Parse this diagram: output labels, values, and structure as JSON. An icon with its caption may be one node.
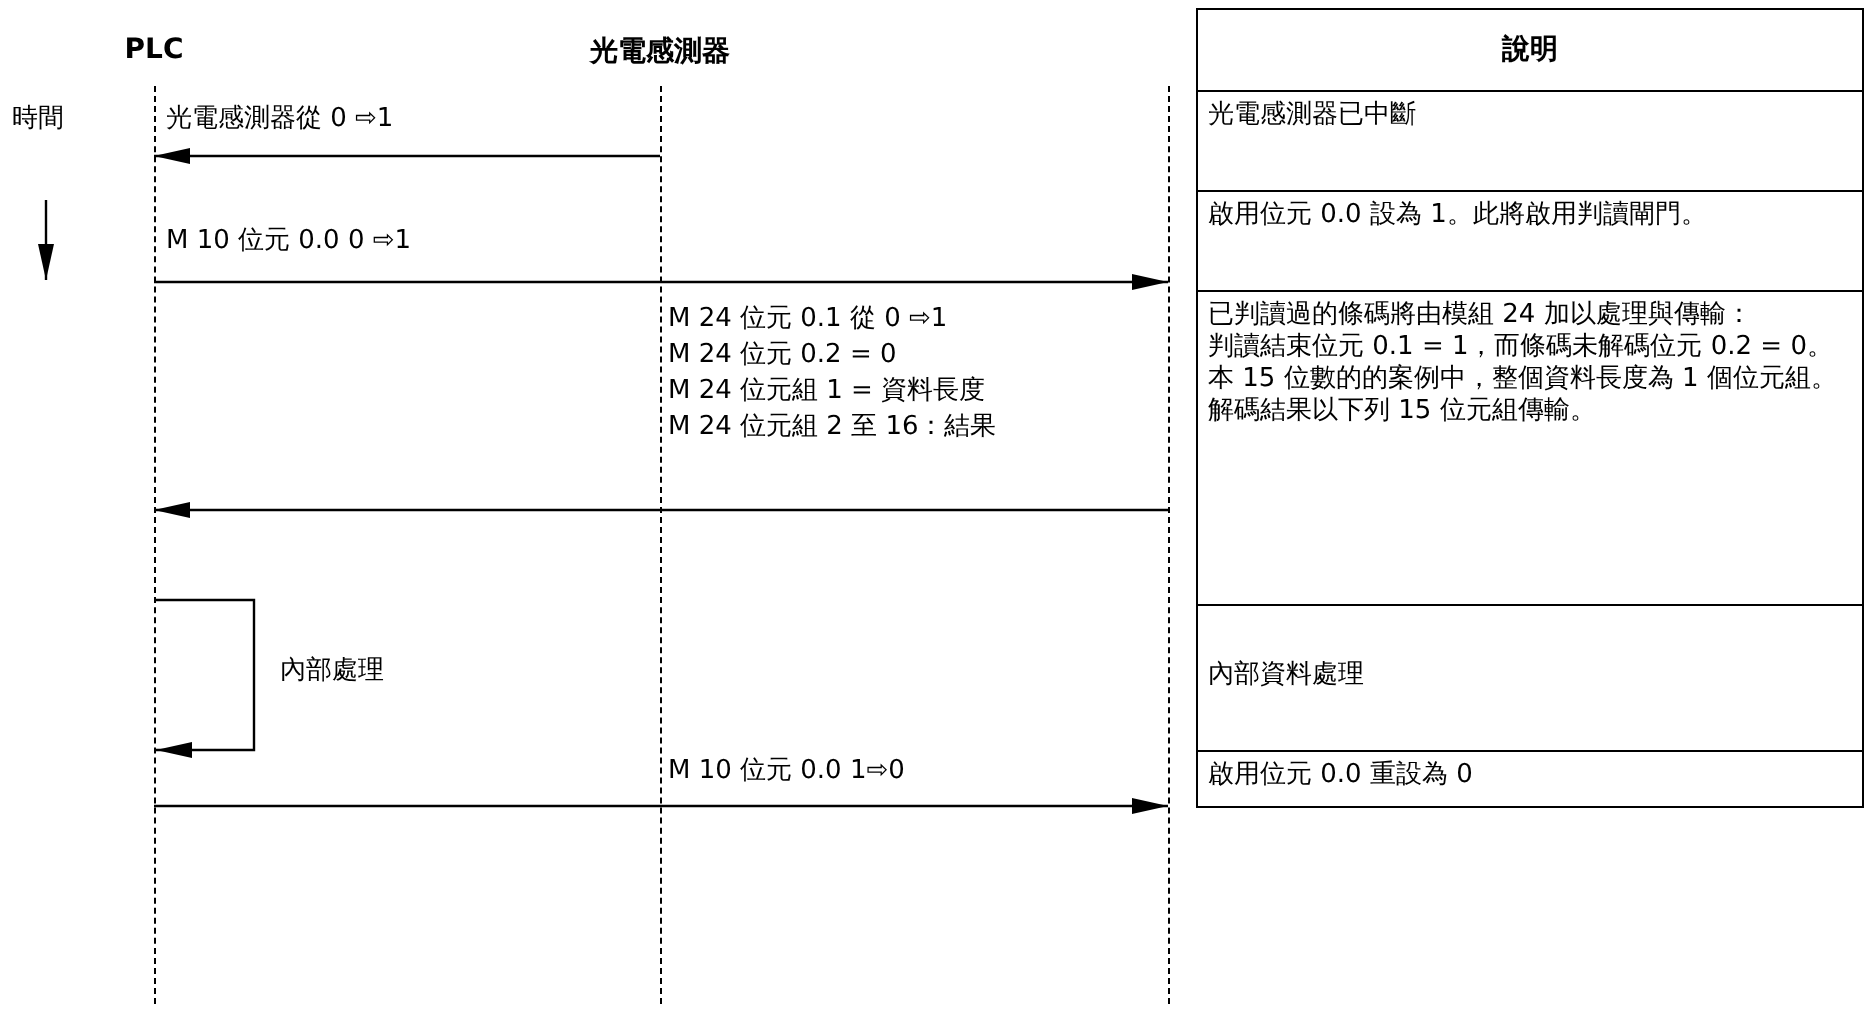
{
  "diagram": {
    "nodes": [
      {
        "text": [
          "PLC"
        ]
      },
      {
        "text": [
          "光電感測器"
        ]
      },
      {
        "text": [],
        "shape": "line"
      }
    ],
    "edges": [
      {
        "from": 1,
        "to": 0,
        "arrow": "to",
        "label": "光電感測器從 0 ⇨1"
      },
      {
        "from": 0,
        "to": 2,
        "arrow": "to",
        "label": "M 10 位元 0.0 0 ⇨1"
      },
      {
        "from": 2,
        "to": 0,
        "arrow": "to"
      },
      {
        "from": 0,
        "to": 0,
        "arrow": "to",
        "label": "內部處理"
      },
      {
        "from": 0,
        "to": 2,
        "arrow": "to",
        "label": "M 10 位元 0.0 1⇨0"
      }
    ],
    "labels": [
      "時間",
      "M 24 位元 0.1 從 0 ⇨1",
      "M 24 位元 0.2 = 0",
      "M 24 位元組 1 = 資料長度",
      "M 24 位元組 2 至 16：結果",
      "說明",
      "光電感測器已中斷",
      "啟用位元 0.0 設為 1。此將啟用判讀閘門。",
      "已判讀過的條碼將由模組 24 加以處理與傳輸：",
      "判讀結束位元 0.1 = 1，而條碼未解碼位元 0.2 = 0。",
      "本 15 位數的的案例中，整個資料長度為 1 個位元組。",
      "解碼結果以下列 15 位元組傳輸。",
      "內部資料處理",
      "啟用位元 0.0 重設為 0"
    ]
  }
}
